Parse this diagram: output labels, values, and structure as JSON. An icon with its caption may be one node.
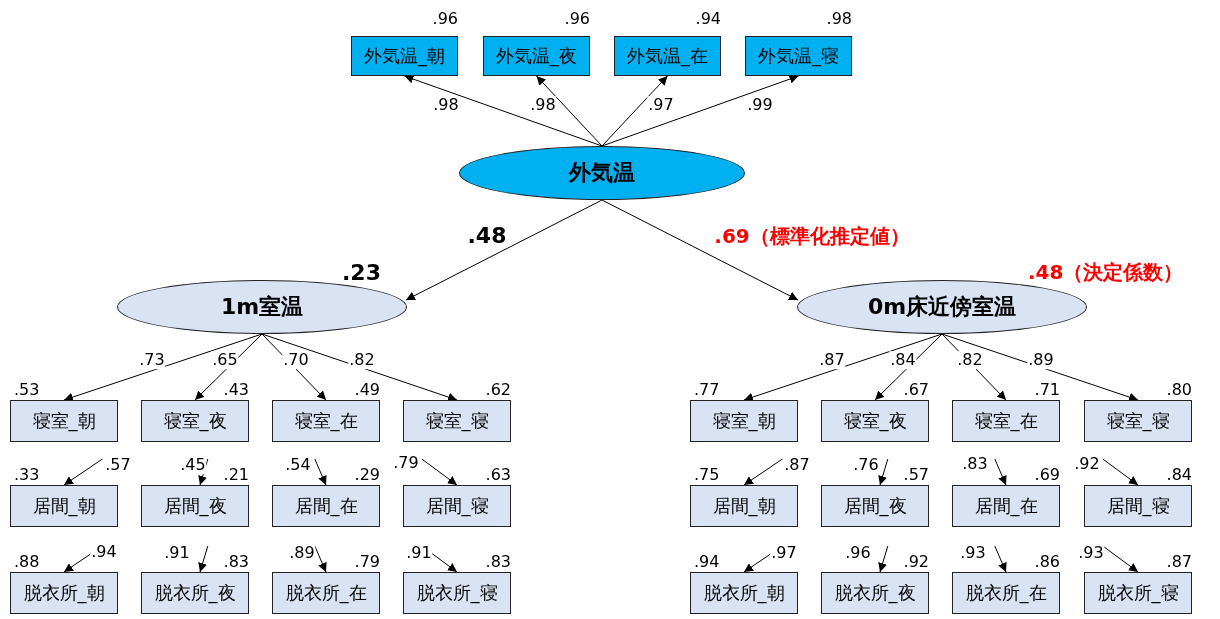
{
  "diagram": {
    "nodes": [
      {
        "text": [
          "外気温"
        ]
      },
      {
        "text": [
          "外気温_朝"
        ],
        "beside": [
          ".96"
        ]
      },
      {
        "text": [
          "外気温_夜"
        ],
        "beside": [
          ".96"
        ]
      },
      {
        "text": [
          "外気温_在"
        ],
        "beside": [
          ".94"
        ]
      },
      {
        "text": [
          "外気温_寝"
        ],
        "beside": [
          ".98"
        ]
      },
      {
        "text": [
          "1m室温"
        ],
        "beside": [
          ".23"
        ]
      },
      {
        "text": [
          "0m床近傍室温"
        ],
        "beside": [
          ".48（決定係数）"
        ]
      },
      {
        "text": [
          "寝室_朝"
        ],
        "beside": [
          ".53"
        ]
      },
      {
        "text": [
          "寝室_夜"
        ],
        "beside": [
          ".43"
        ]
      },
      {
        "text": [
          "寝室_在"
        ],
        "beside": [
          ".49"
        ]
      },
      {
        "text": [
          "寝室_寝"
        ],
        "beside": [
          ".62"
        ]
      },
      {
        "text": [
          "居間_朝"
        ],
        "beside": [
          ".33"
        ]
      },
      {
        "text": [
          "居間_夜"
        ],
        "beside": [
          ".21"
        ]
      },
      {
        "text": [
          "居間_在"
        ],
        "beside": [
          ".29"
        ]
      },
      {
        "text": [
          "居間_寝"
        ],
        "beside": [
          ".63"
        ]
      },
      {
        "text": [
          "脱衣所_朝"
        ],
        "beside": [
          ".88"
        ]
      },
      {
        "text": [
          "脱衣所_夜"
        ],
        "beside": [
          ".83"
        ]
      },
      {
        "text": [
          "脱衣所_在"
        ],
        "beside": [
          ".79"
        ]
      },
      {
        "text": [
          "脱衣所_寝"
        ],
        "beside": [
          ".83"
        ]
      },
      {
        "text": [
          "寝室_朝"
        ],
        "beside": [
          ".77"
        ]
      },
      {
        "text": [
          "寝室_夜"
        ],
        "beside": [
          ".67"
        ]
      },
      {
        "text": [
          "寝室_在"
        ],
        "beside": [
          ".71"
        ]
      },
      {
        "text": [
          "寝室_寝"
        ],
        "beside": [
          ".80"
        ]
      },
      {
        "text": [
          "居間_朝"
        ],
        "beside": [
          ".75"
        ]
      },
      {
        "text": [
          "居間_夜"
        ],
        "beside": [
          ".57"
        ]
      },
      {
        "text": [
          "居間_在"
        ],
        "beside": [
          ".69"
        ]
      },
      {
        "text": [
          "居間_寝"
        ],
        "beside": [
          ".84"
        ]
      },
      {
        "text": [
          "脱衣所_朝"
        ],
        "beside": [
          ".94"
        ]
      },
      {
        "text": [
          "脱衣所_夜"
        ],
        "beside": [
          ".92"
        ]
      },
      {
        "text": [
          "脱衣所_在"
        ],
        "beside": [
          ".86"
        ]
      },
      {
        "text": [
          "脱衣所_寝"
        ],
        "beside": [
          ".87"
        ]
      }
    ],
    "edges": [
      {
        "from": 0,
        "to": 1,
        "arrow": "to",
        "label": ".98"
      },
      {
        "from": 0,
        "to": 2,
        "arrow": "to",
        "label": ".98"
      },
      {
        "from": 0,
        "to": 3,
        "arrow": "to",
        "label": ".97"
      },
      {
        "from": 0,
        "to": 4,
        "arrow": "to",
        "label": ".99"
      },
      {
        "from": 0,
        "to": 5,
        "arrow": "to",
        "label": ".48"
      },
      {
        "from": 0,
        "to": 6,
        "arrow": "to",
        "label": ".69（標準化推定値）"
      },
      {
        "from": 5,
        "to": 7,
        "arrow": "to",
        "label": ".73"
      },
      {
        "from": 5,
        "to": 8,
        "arrow": "to",
        "label": ".65"
      },
      {
        "from": 5,
        "to": 9,
        "arrow": "to",
        "label": ".70"
      },
      {
        "from": 5,
        "to": 10,
        "arrow": "to",
        "label": ".82"
      },
      {
        "from": null,
        "to": 11,
        "arrow": "to",
        "label": ".57"
      },
      {
        "from": null,
        "to": 12,
        "arrow": "to",
        "label": ".45"
      },
      {
        "from": null,
        "to": 13,
        "arrow": "to",
        "label": ".54"
      },
      {
        "from": null,
        "to": 14,
        "arrow": "to",
        "label": ".79"
      },
      {
        "from": null,
        "to": 15,
        "arrow": "to",
        "label": ".94"
      },
      {
        "from": null,
        "to": 16,
        "arrow": "to",
        "label": ".91"
      },
      {
        "from": null,
        "to": 17,
        "arrow": "to",
        "label": ".89"
      },
      {
        "from": null,
        "to": 18,
        "arrow": "to",
        "label": ".91"
      },
      {
        "from": 6,
        "to": 19,
        "arrow": "to",
        "label": ".87"
      },
      {
        "from": 6,
        "to": 20,
        "arrow": "to",
        "label": ".84"
      },
      {
        "from": 6,
        "to": 21,
        "arrow": "to",
        "label": ".82"
      },
      {
        "from": 6,
        "to": 22,
        "arrow": "to",
        "label": ".89"
      },
      {
        "from": null,
        "to": 23,
        "arrow": "to",
        "label": ".87"
      },
      {
        "from": null,
        "to": 24,
        "arrow": "to",
        "label": ".76"
      },
      {
        "from": null,
        "to": 25,
        "arrow": "to",
        "label": ".83"
      },
      {
        "from": null,
        "to": 26,
        "arrow": "to",
        "label": ".92"
      },
      {
        "from": null,
        "to": 27,
        "arrow": "to",
        "label": ".97"
      },
      {
        "from": null,
        "to": 28,
        "arrow": "to",
        "label": ".96"
      },
      {
        "from": null,
        "to": 29,
        "arrow": "to",
        "label": ".93"
      },
      {
        "from": null,
        "to": 30,
        "arrow": "to",
        "label": ".93"
      }
    ]
  }
}
